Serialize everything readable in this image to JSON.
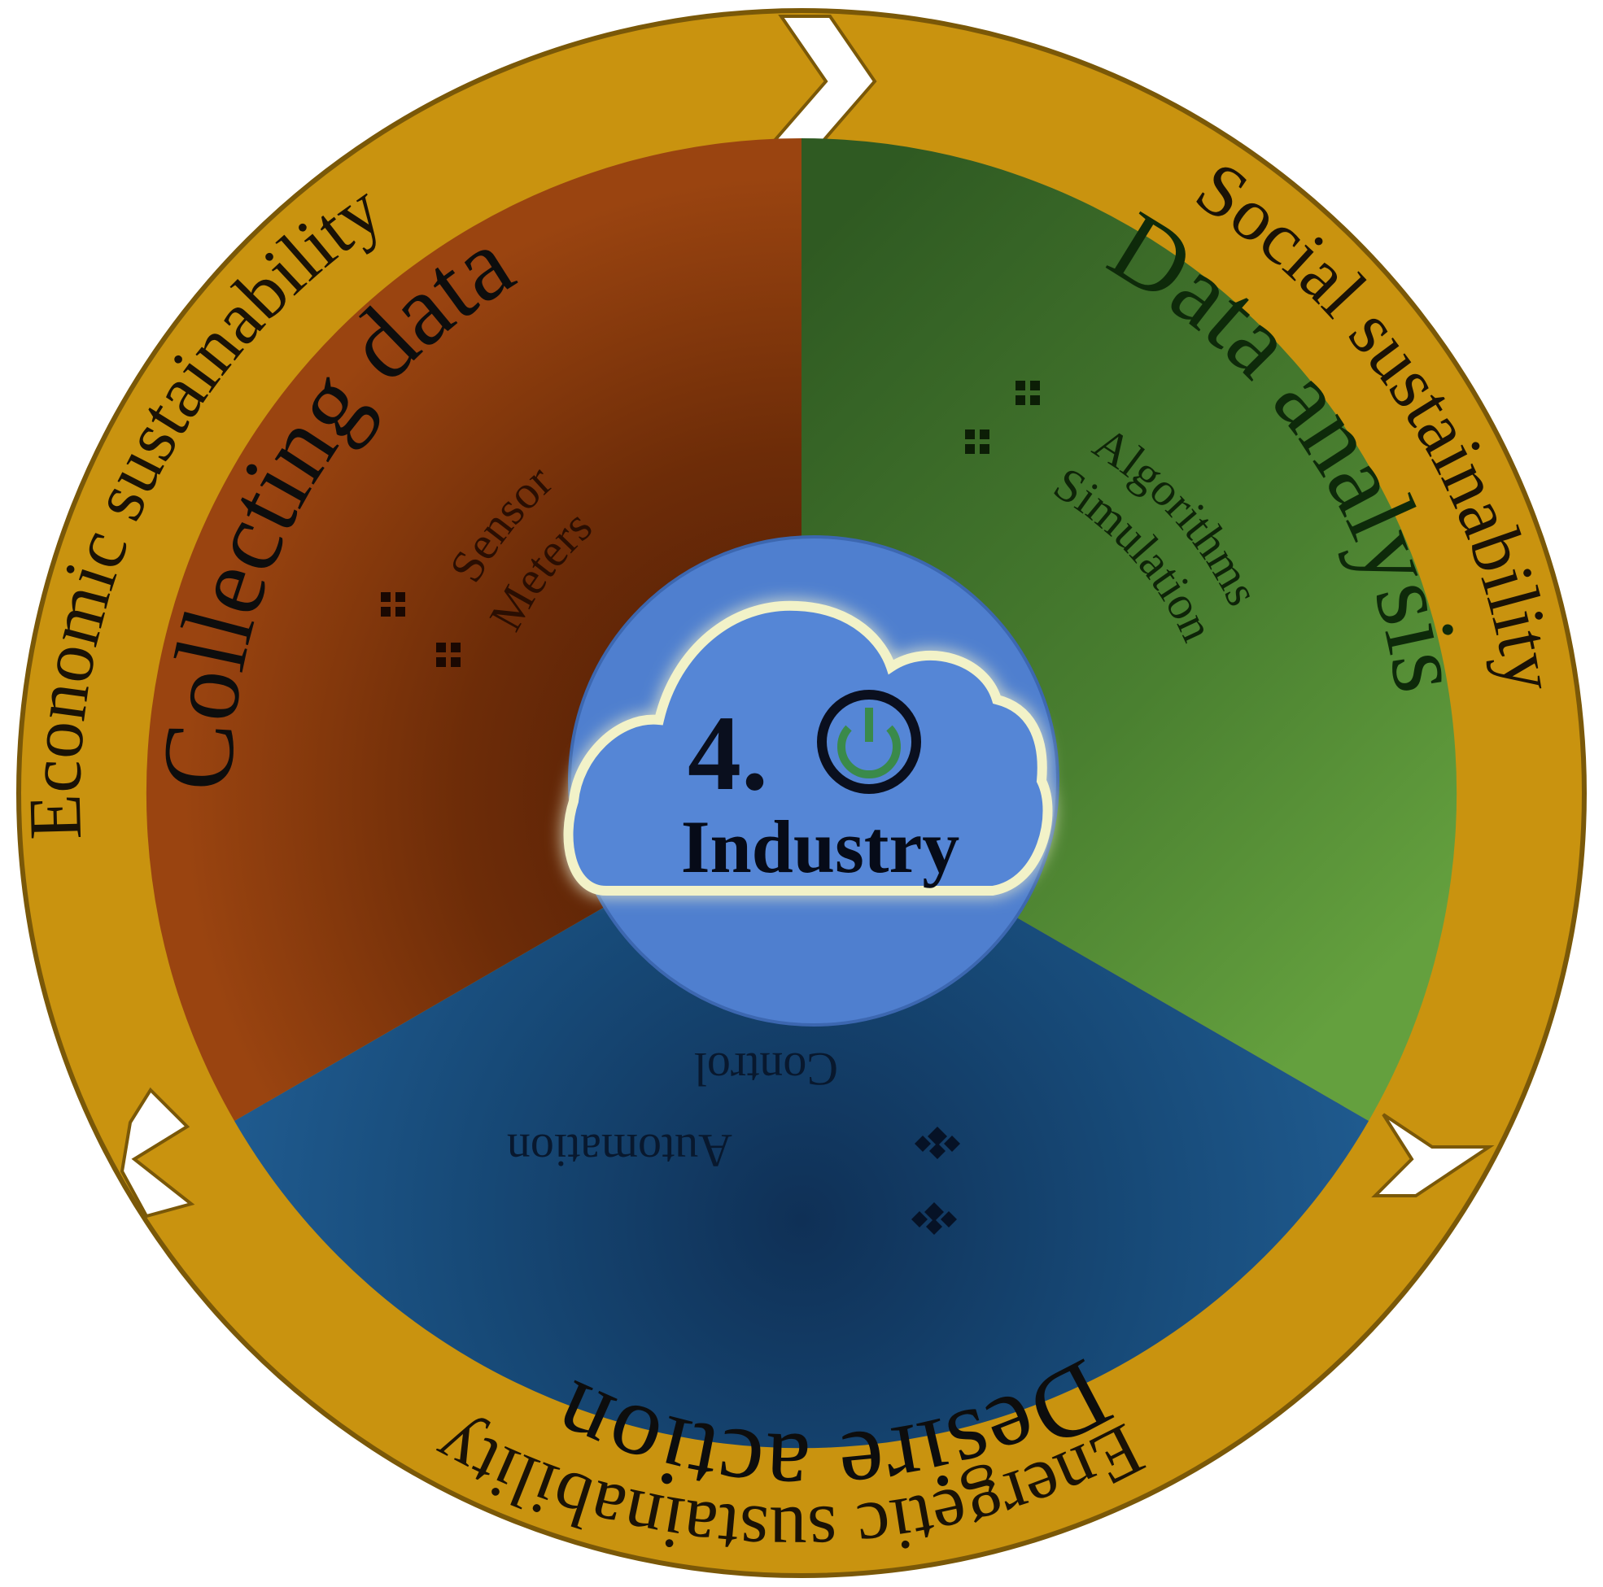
{
  "diagram": {
    "hub": {
      "number": "4.",
      "word": "Industry",
      "icon": "power-icon"
    },
    "ring": {
      "color": "#c9930f",
      "labels": {
        "economic": "Economic sustainability",
        "social": "Social sustainability",
        "energetic": "Energetic sustainability"
      }
    },
    "sectors": {
      "collecting": {
        "title": "Collecting data",
        "items": [
          "Sensor",
          "Meters"
        ],
        "color": "#8a3a0c"
      },
      "analysis": {
        "title": "Data analysis",
        "items": [
          "Algorithms",
          "Simulation"
        ],
        "color": "#4d8a30"
      },
      "action": {
        "title": "Desire action",
        "items": [
          "Automation",
          "Control"
        ],
        "color": "#1d4f7e"
      }
    }
  }
}
